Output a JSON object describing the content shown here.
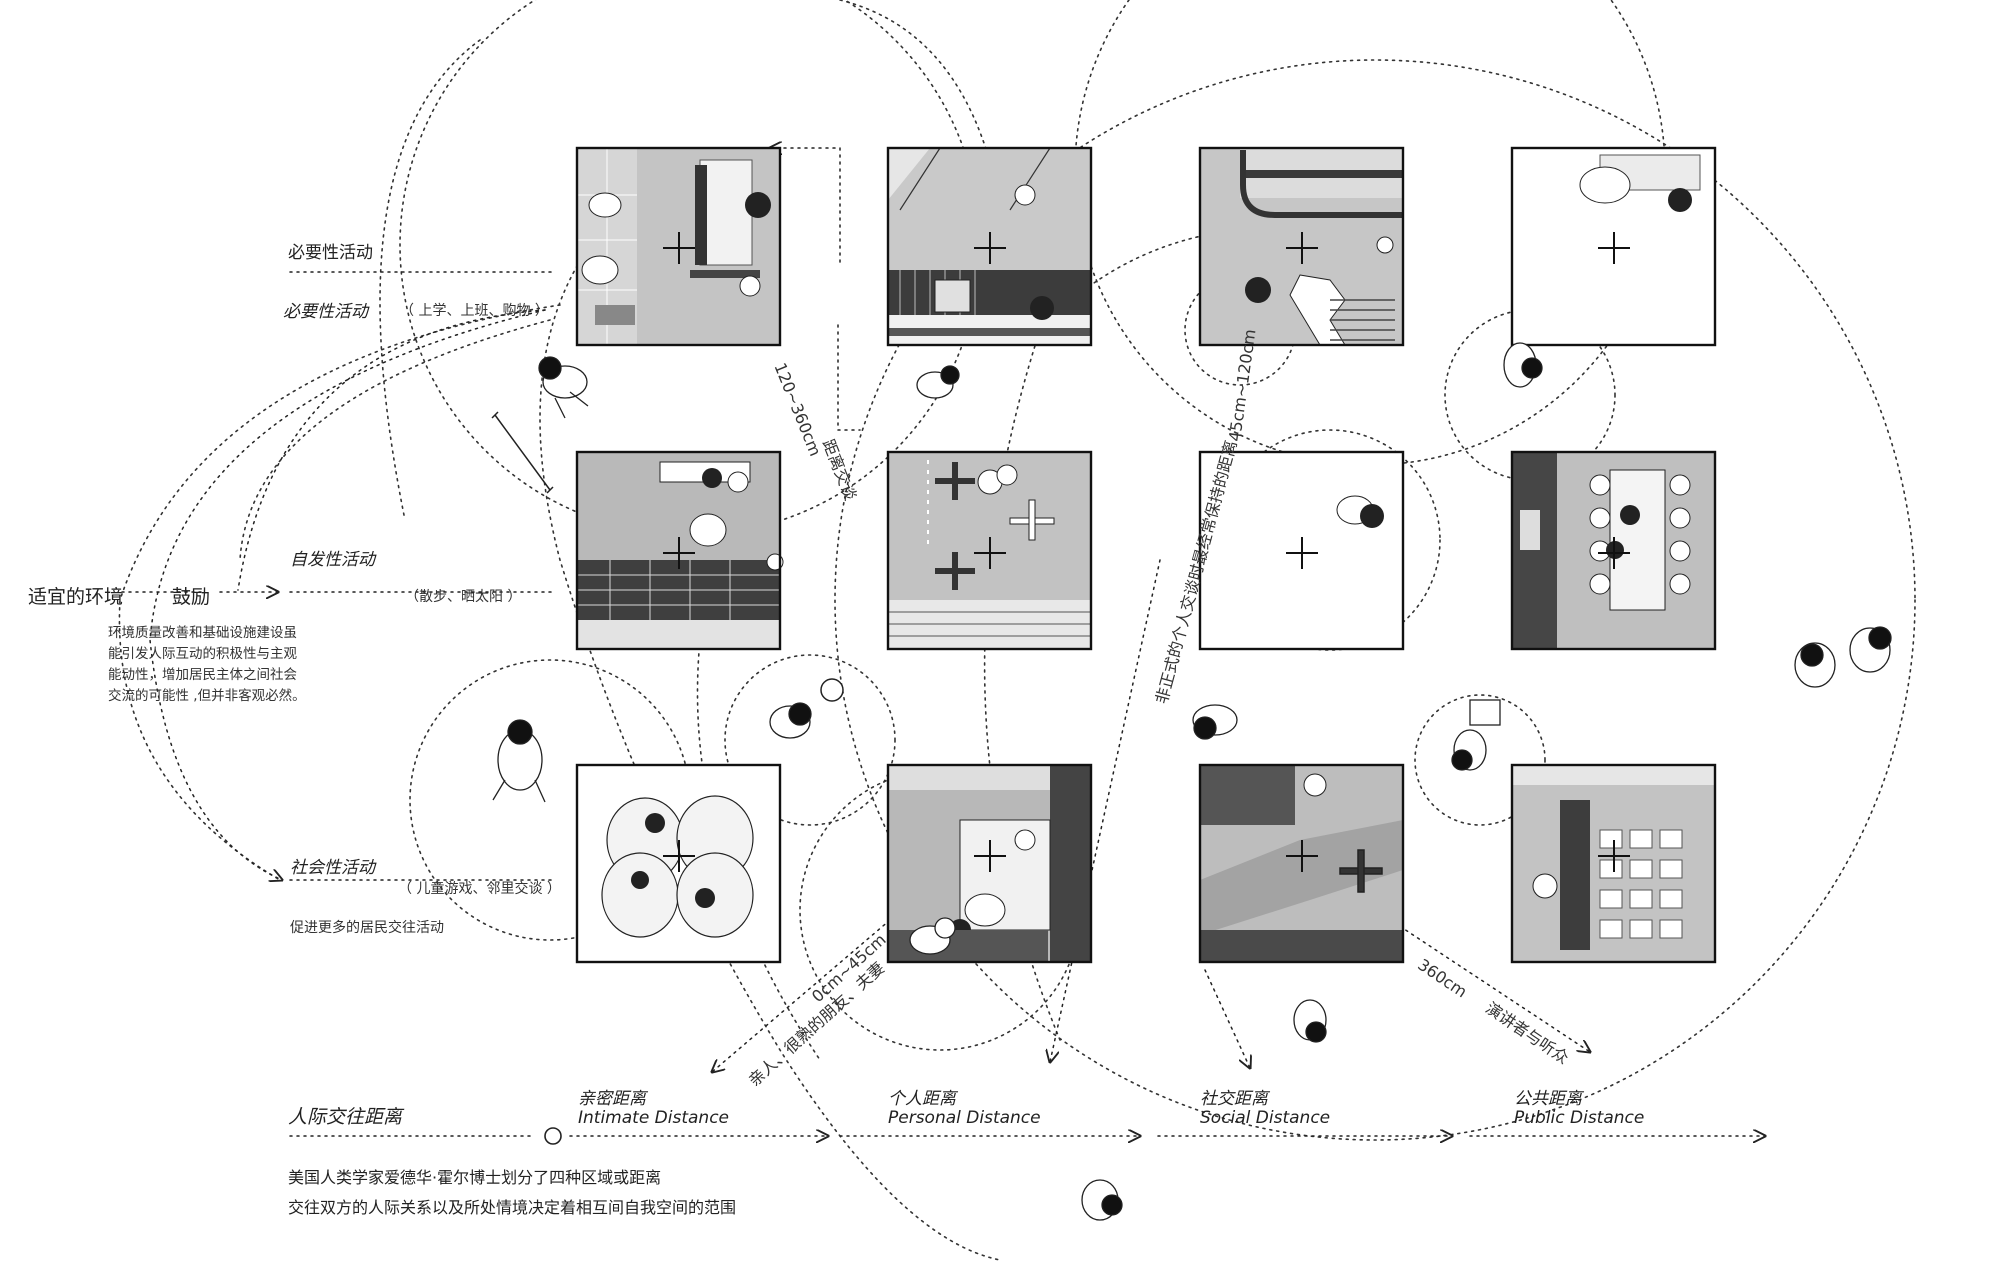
{
  "labels": {
    "necessary_a": "必要性活动",
    "necessary_b": "必要性活动",
    "necessary_note": "（ 上学、上班、购物 ）",
    "spontaneous": "自发性活动",
    "spontaneous_note": "（散步、晒太阳 ）",
    "social": "社会性活动",
    "social_note": "（ 儿童游戏、邻里交谈 ）",
    "social_desc": "促进更多的居民交往活动",
    "env": "适宜的环境",
    "encourage": "鼓励",
    "env_desc_1": "环境质量改善和基础设施建设虽",
    "env_desc_2": "能引发人际互动的积极性与主观",
    "env_desc_3": "能动性，增加居民主体之间社会",
    "env_desc_4": "交流的可能性 ,但并非客观必然。"
  },
  "annotations": {
    "d1": "120~360cm",
    "d1_note": "距离交谈",
    "d2": "45cm~120cm",
    "d2_note": "非正式的个人交谈时最经常保持的距离",
    "d3": "0cm~45cm",
    "d3_note": "亲人、很熟的朋友、夫妻",
    "d4": "360cm",
    "d4_note": "演讲者与听众"
  },
  "distances": {
    "title": "人际交往距离",
    "items": [
      {
        "cn": "亲密距离",
        "en": "Intimate Distance"
      },
      {
        "cn": "个人距离",
        "en": "Personal Distance"
      },
      {
        "cn": "社交距离",
        "en": "Social Distance"
      },
      {
        "cn": "公共距离",
        "en": "Public Distance"
      }
    ],
    "desc_1": "美国人类学家爱德华·霍尔博士划分了四种区域或距离",
    "desc_2": "交往双方的人际关系以及所处情境决定着相互间自我空间的范围"
  },
  "colors": {
    "ink": "#1a1a1a",
    "panel": "#bdbdbd",
    "panel_dark": "#4a4a4a",
    "panel_light": "#e4e4e4"
  }
}
